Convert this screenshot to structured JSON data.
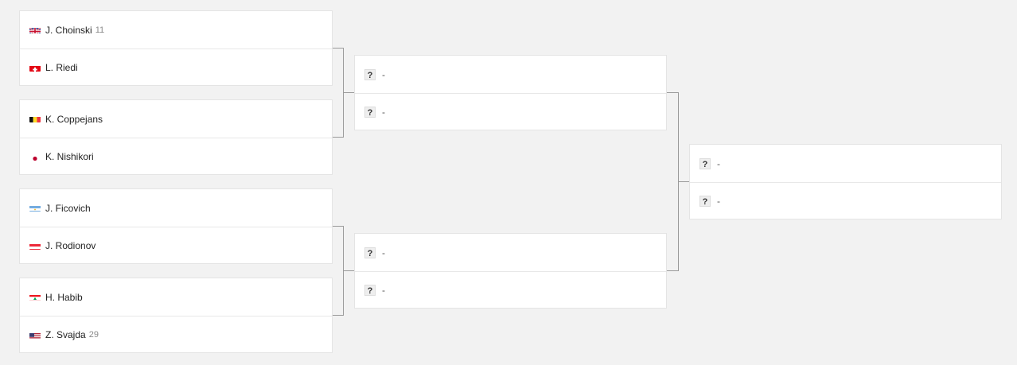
{
  "round1": [
    {
      "top": {
        "flag": "gb-flag-icon",
        "name": "J. Choinski",
        "seed": "11"
      },
      "bottom": {
        "flag": "ch-flag-icon",
        "name": "L. Riedi",
        "seed": ""
      }
    },
    {
      "top": {
        "flag": "be-flag-icon",
        "name": "K. Coppejans",
        "seed": ""
      },
      "bottom": {
        "flag": "jp-flag-icon",
        "name": "K. Nishikori",
        "seed": ""
      }
    },
    {
      "top": {
        "flag": "ar-flag-icon",
        "name": "J. Ficovich",
        "seed": ""
      },
      "bottom": {
        "flag": "at-flag-icon",
        "name": "J. Rodionov",
        "seed": ""
      }
    },
    {
      "top": {
        "flag": "lb-flag-icon",
        "name": "H. Habib",
        "seed": ""
      },
      "bottom": {
        "flag": "us-flag-icon",
        "name": "Z. Svajda",
        "seed": "29"
      }
    }
  ],
  "tbd": {
    "icon": "?",
    "text": "-"
  },
  "colors": {
    "background": "#f2f2f2",
    "card": "#ffffff",
    "connector": "#9a9a9a"
  }
}
